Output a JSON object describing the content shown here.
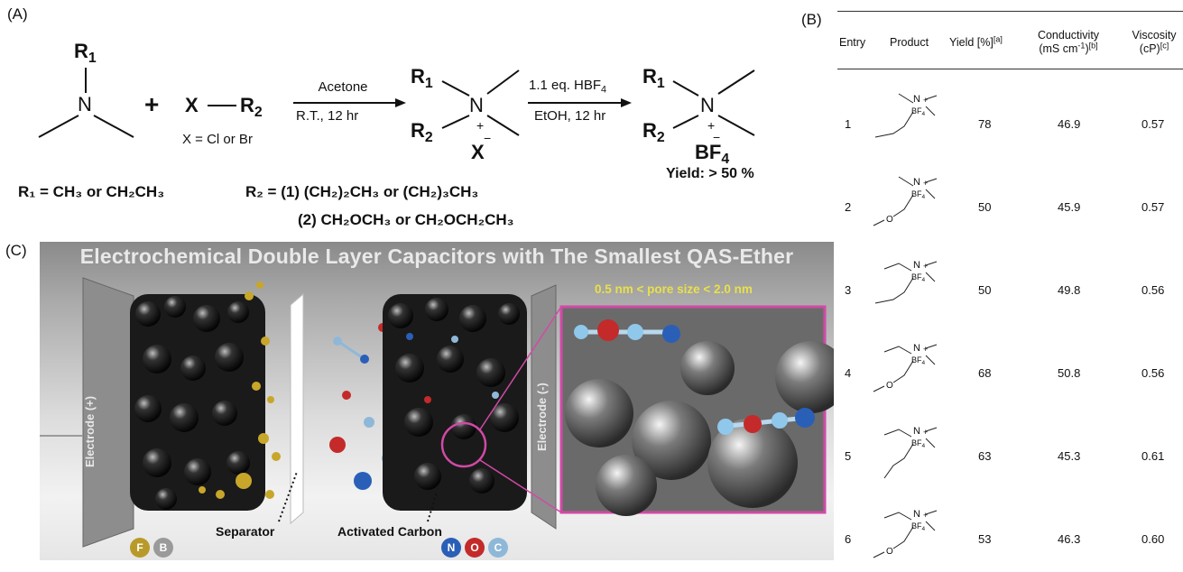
{
  "panel_labels": {
    "a": "(A)",
    "b": "(B)",
    "c": "(C)"
  },
  "reaction": {
    "r1": "R",
    "r1_sub": "1",
    "n": "N",
    "plus": "+",
    "x": "X",
    "r2": "R",
    "r2_sub": "2",
    "x_def": "X = Cl or Br",
    "step1_top": "Acetone",
    "step1_bottom": "R.T., 12 hr",
    "step2_top": "1.1 eq. HBF",
    "step2_top_sub": "4",
    "step2_bottom": "EtOH, 12 hr",
    "intermediate_anion": "X",
    "charge_plus": "+",
    "charge_minus": "−",
    "product_anion": "BF",
    "product_anion_sub": "4",
    "yield": "Yield: > 50 %",
    "r1_def": "R₁ = CH₃ or CH₂CH₃",
    "r2_def_1": "R₂ = (1) (CH₂)₂CH₃ or (CH₂)₃CH₃",
    "r2_def_2": "(2) CH₂OCH₃ or CH₂OCH₂CH₃"
  },
  "table": {
    "headers": {
      "entry": "Entry",
      "product": "Product",
      "yield": "Yield [%]",
      "yield_note": "[a]",
      "conductivity_1": "Conductivity",
      "conductivity_2": "(mS cm",
      "conductivity_sup": "-1",
      "conductivity_3": ")",
      "conductivity_note": "[b]",
      "viscosity_1": "Viscosity",
      "viscosity_2": "(cP)",
      "viscosity_note": "[c]"
    },
    "structure_labels": {
      "n": "N",
      "plus": "+",
      "anion": "BF",
      "anion_sub": "4",
      "o": "O"
    },
    "rows": [
      {
        "entry": "1",
        "yield": "78",
        "conductivity": "46.9",
        "viscosity": "0.57"
      },
      {
        "entry": "2",
        "yield": "50",
        "conductivity": "45.9",
        "viscosity": "0.57"
      },
      {
        "entry": "3",
        "yield": "50",
        "conductivity": "49.8",
        "viscosity": "0.56"
      },
      {
        "entry": "4",
        "yield": "68",
        "conductivity": "50.8",
        "viscosity": "0.56"
      },
      {
        "entry": "5",
        "yield": "63",
        "conductivity": "45.3",
        "viscosity": "0.61"
      },
      {
        "entry": "6",
        "yield": "53",
        "conductivity": "46.3",
        "viscosity": "0.60"
      }
    ]
  },
  "illustration": {
    "title": "Electrochemical Double Layer Capacitors with The Smallest QAS-Ether",
    "pore_size": "0.5 nm < pore size < 2.0 nm",
    "electrode_pos": "Electrode (+)",
    "electrode_neg": "Electrode (-)",
    "separator": "Separator",
    "activated_carbon": "Activated Carbon",
    "legend": [
      {
        "symbol": "F",
        "color": "#b89a2a"
      },
      {
        "symbol": "B",
        "color": "#9a9a9a"
      },
      {
        "symbol": "N",
        "color": "#2a5fb8"
      },
      {
        "symbol": "O",
        "color": "#c42a2a"
      },
      {
        "symbol": "C",
        "color": "#8fb8d8"
      }
    ]
  }
}
